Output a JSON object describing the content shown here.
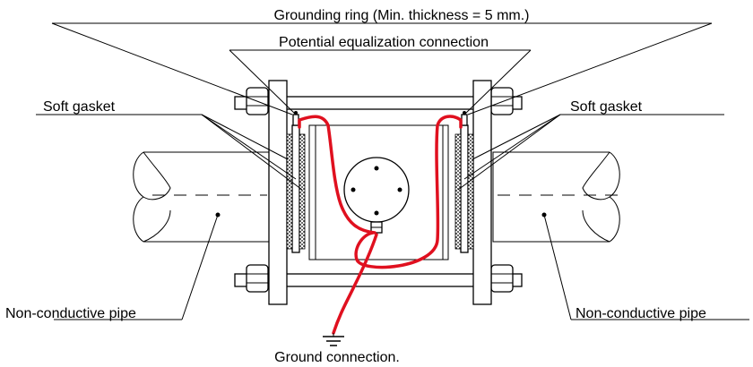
{
  "labels": {
    "grounding_ring": "Grounding ring (Min. thickness =  5 mm.)",
    "potential_equalization": "Potential equalization connection",
    "soft_gasket_left": "Soft gasket",
    "soft_gasket_right": "Soft gasket",
    "non_conductive_left_prefix": "No",
    "non_conductive_left_underlined": "n-conductive pipe",
    "non_conductive_right": "Non-conductive pipe",
    "ground_connection": "Ground connection."
  },
  "colors": {
    "wire": "#e0101f",
    "line": "#000000",
    "background": "#ffffff"
  }
}
